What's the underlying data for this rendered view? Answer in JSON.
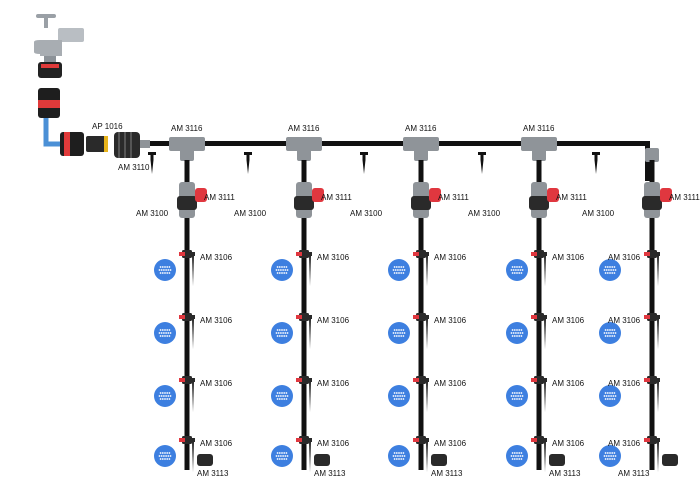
{
  "colors": {
    "pipe": "#111111",
    "tee": "#8f9499",
    "valve_red": "#e0373f",
    "dripper_blue": "#3d7fe0",
    "hose_blue": "#4b90d6",
    "tap": "#a8adb2",
    "connector_red": "#e03a3a"
  },
  "labels": {
    "connector_main": "AP 1016",
    "end_plug": "AM 3110",
    "tee": "AM 3116",
    "valve": "AM 3111",
    "stake": "AM 3100",
    "dripper": "AM 3106",
    "end_cap": "AM 3113"
  },
  "icons": {
    "tap": "tap-icon",
    "dripper": "dripper-icon",
    "valve": "valve-icon",
    "stake": "stake-icon"
  },
  "layout_meta": {
    "branches": 5,
    "drippers_per_branch": 4
  }
}
